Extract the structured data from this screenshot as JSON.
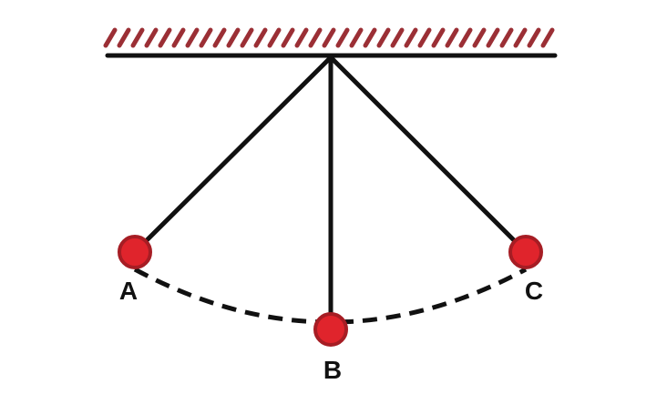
{
  "colors": {
    "hatch": "#9b2f35",
    "line": "#111111",
    "bob_fill": "#e0242c",
    "bob_stroke": "#a61d24"
  },
  "positions": [
    {
      "id": "a",
      "label": "A"
    },
    {
      "id": "b",
      "label": "B"
    },
    {
      "id": "c",
      "label": "C"
    }
  ]
}
